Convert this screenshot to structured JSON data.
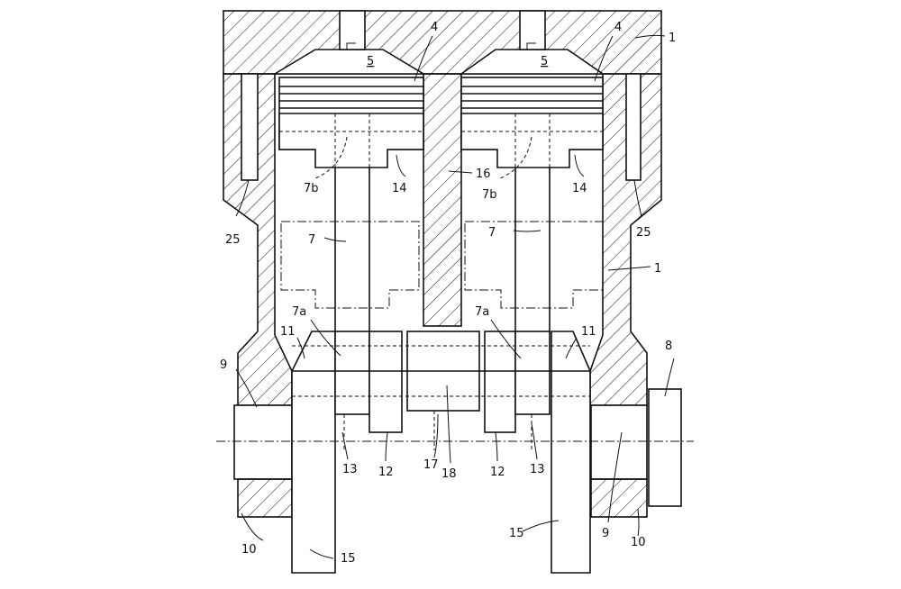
{
  "labels": {
    "l1_top": "1",
    "l1_side": "1",
    "l4_left": "4",
    "l4_right": "4",
    "l5_left": "5",
    "l5_right": "5",
    "l7_left": "7",
    "l7_right": "7",
    "l7a_left": "7a",
    "l7a_right": "7a",
    "l7b_left": "7b",
    "l7b_right": "7b",
    "l8": "8",
    "l9_left": "9",
    "l9_right": "9",
    "l10_left": "10",
    "l10_right": "10",
    "l11_left": "11",
    "l11_right": "11",
    "l12_left": "12",
    "l12_right": "12",
    "l13_left": "13",
    "l13_right": "13",
    "l14_left": "14",
    "l14_right": "14",
    "l15_left": "15",
    "l15_right": "15",
    "l16": "16",
    "l17": "17",
    "l18": "18",
    "l25_left": "25",
    "l25_right": "25"
  }
}
